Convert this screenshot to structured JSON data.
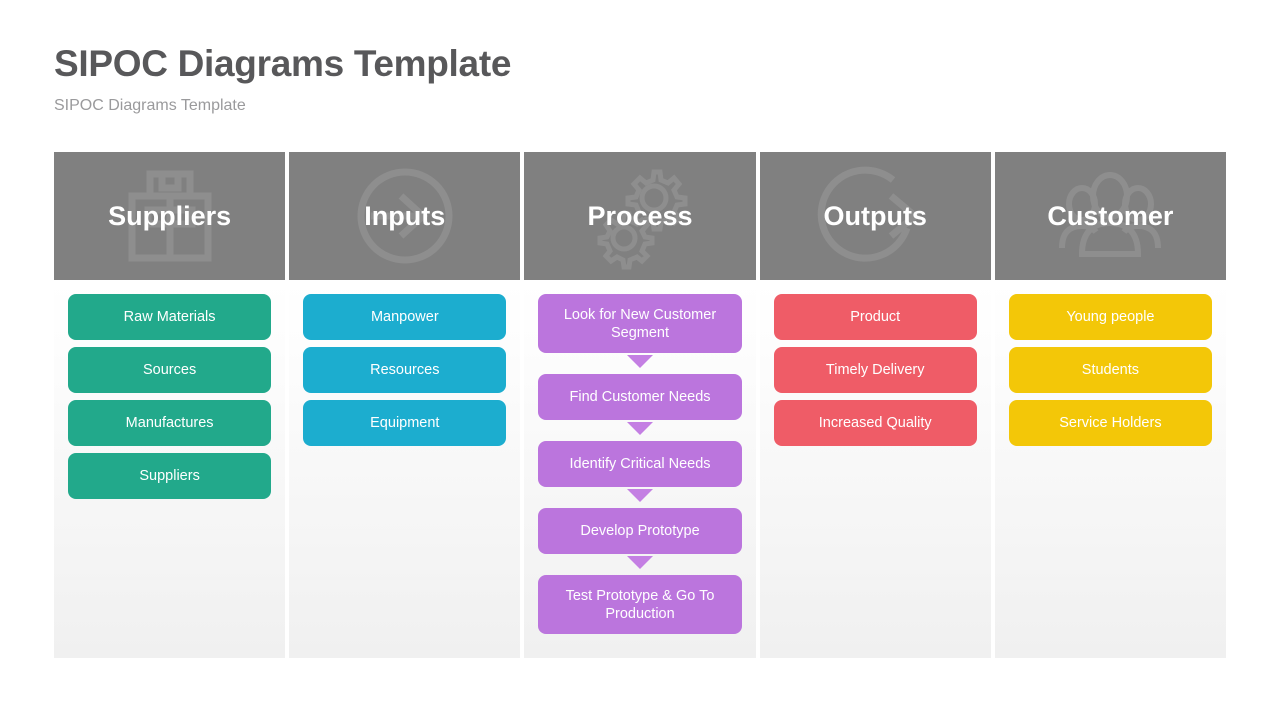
{
  "slide": {
    "title": "SIPOC Diagrams Template",
    "subtitle": "SIPOC Diagrams Template"
  },
  "colors": {
    "header_band": "#808080",
    "title_text": "#58585a",
    "subtitle_text": "#9a9a9c",
    "suppliers": "#22a98b",
    "inputs": "#1cadcf",
    "process": "#bb75dd",
    "process_arrow": "#c47fe3",
    "outputs": "#ef5c67",
    "customer": "#f3c708"
  },
  "columns": [
    {
      "key": "suppliers",
      "header": "Suppliers",
      "icon": "package-box-icon",
      "items": [
        {
          "label": "Raw Materials"
        },
        {
          "label": "Sources"
        },
        {
          "label": "Manufactures"
        },
        {
          "label": "Suppliers"
        }
      ]
    },
    {
      "key": "inputs",
      "header": "Inputs",
      "icon": "sign-in-arrow-circle-icon",
      "items": [
        {
          "label": "Manpower"
        },
        {
          "label": "Resources"
        },
        {
          "label": "Equipment"
        }
      ]
    },
    {
      "key": "process",
      "header": "Process",
      "icon": "gears-cogs-icon",
      "items": [
        {
          "label": "Look for New Customer Segment"
        },
        {
          "label": "Find Customer Needs"
        },
        {
          "label": "Identify Critical Needs"
        },
        {
          "label": "Develop Prototype"
        },
        {
          "label": "Test Prototype & Go To Production"
        }
      ]
    },
    {
      "key": "outputs",
      "header": "Outputs",
      "icon": "sign-out-arrow-circle-icon",
      "items": [
        {
          "label": "Product"
        },
        {
          "label": "Timely Delivery"
        },
        {
          "label": "Increased Quality"
        }
      ]
    },
    {
      "key": "customer",
      "header": "Customer",
      "icon": "users-group-icon",
      "items": [
        {
          "label": "Young people"
        },
        {
          "label": "Students"
        },
        {
          "label": "Service Holders"
        }
      ]
    }
  ]
}
